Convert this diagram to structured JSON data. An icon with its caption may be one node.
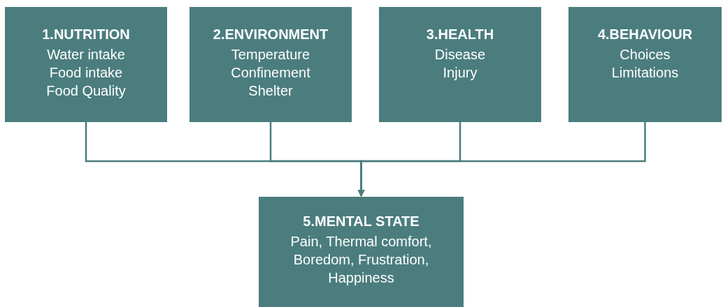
{
  "diagram": {
    "nodes": [
      {
        "text": [
          "1.NUTRITION",
          "Water intake",
          "Food intake",
          "Food Quality"
        ]
      },
      {
        "text": [
          "2.ENVIRONMENT",
          "Temperature",
          "Confinement",
          "Shelter"
        ]
      },
      {
        "text": [
          "3.HEALTH",
          "Disease",
          "Injury"
        ]
      },
      {
        "text": [
          "4.BEHAVIOUR",
          "Choices",
          "Limitations"
        ]
      },
      {
        "text": [
          "5.MENTAL STATE",
          "Pain, Thermal comfort, Boredom, Frustration, Happiness"
        ]
      }
    ],
    "edges": [
      {
        "from": 0,
        "to": 4,
        "arrow": "to"
      },
      {
        "from": 1,
        "to": 4,
        "arrow": "to"
      },
      {
        "from": 2,
        "to": 4,
        "arrow": "to"
      },
      {
        "from": 3,
        "to": 4,
        "arrow": "to"
      }
    ]
  }
}
